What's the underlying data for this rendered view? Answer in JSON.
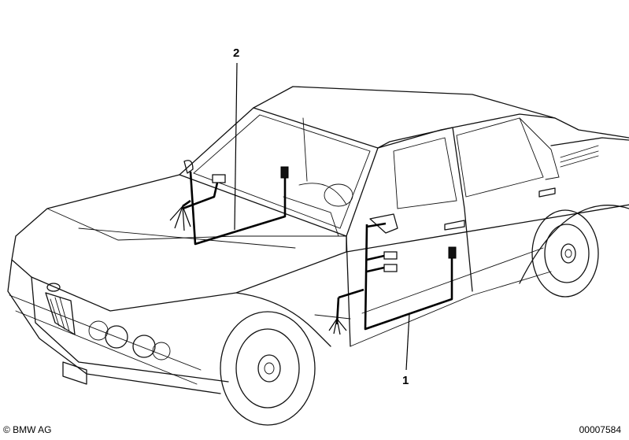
{
  "callouts": [
    {
      "label": "2",
      "part": "wiring harness, dashboard/engine bay"
    },
    {
      "label": "1",
      "part": "wiring harness, door/side"
    }
  ],
  "footer": {
    "copyright": "© BMW AG",
    "doc_number": "00007584"
  }
}
